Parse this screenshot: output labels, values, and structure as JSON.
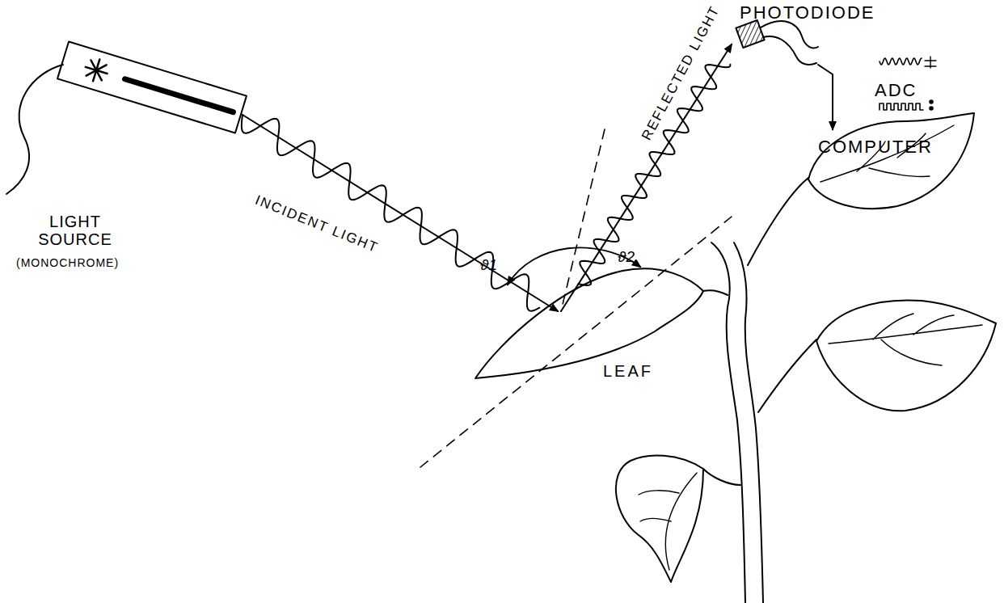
{
  "diagram": {
    "labels": [
      "PHOTODIODE",
      "ADC",
      "COMPUTER",
      "LIGHT SOURCE",
      "(MONOCHROME)",
      "INCIDENT LIGHT",
      "REFLECTED LIGHT",
      "LEAF",
      "ϑ1",
      "ϑ2"
    ]
  }
}
